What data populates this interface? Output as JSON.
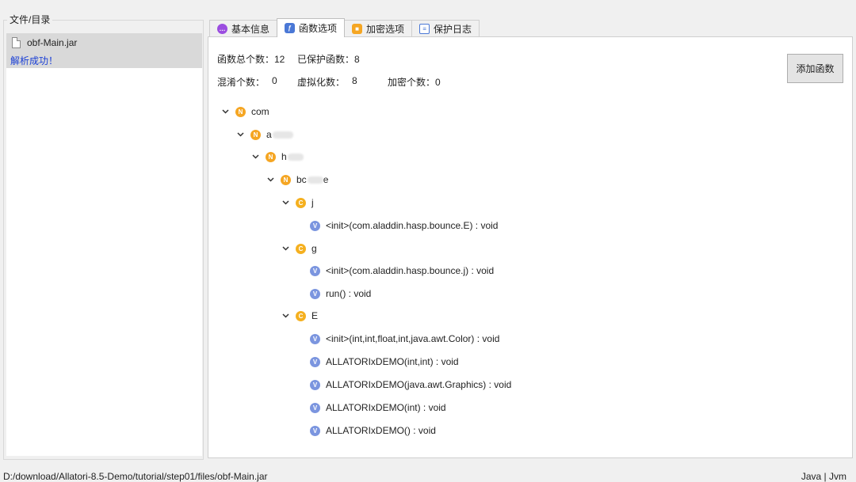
{
  "left_panel": {
    "title": "文件/目录",
    "file": {
      "name": "obf-Main.jar",
      "status": "解析成功！"
    }
  },
  "tabs": [
    {
      "label": "基本信息",
      "icon": "chat-bubble-icon",
      "active": false
    },
    {
      "label": "函数选项",
      "icon": "function-icon",
      "active": true
    },
    {
      "label": "加密选项",
      "icon": "lock-icon",
      "active": false
    },
    {
      "label": "保护日志",
      "icon": "log-icon",
      "active": false
    }
  ],
  "stats": {
    "total_label": "函数总个数：12",
    "protected_label": "已保护函数：8",
    "obfuscated_label": "混淆个数：",
    "obfuscated_value": "0",
    "virtualized_label": "虚拟化数：",
    "virtualized_value": "8",
    "encrypted_label": "加密个数：0"
  },
  "add_button": "添加函数",
  "tree": {
    "n1": {
      "badge": "N",
      "label": "com"
    },
    "n2": {
      "badge": "N",
      "label": "a"
    },
    "n3": {
      "badge": "N",
      "label": "h"
    },
    "n4": {
      "badge": "N",
      "label": "bc",
      "suffix": "e"
    },
    "c1": {
      "badge": "C",
      "label": "j"
    },
    "m1": {
      "badge": "V",
      "label": "<init>(com.aladdin.hasp.bounce.E) : void"
    },
    "c2": {
      "badge": "C",
      "label": "g"
    },
    "m2": {
      "badge": "V",
      "label": "<init>(com.aladdin.hasp.bounce.j) : void"
    },
    "m3": {
      "badge": "V",
      "label": "run() : void"
    },
    "c3": {
      "badge": "C",
      "label": "E"
    },
    "m4": {
      "badge": "V",
      "label": "<init>(int,int,float,int,java.awt.Color) : void"
    },
    "m5": {
      "badge": "V",
      "label": "ALLATORIxDEMO(int,int) : void"
    },
    "m6": {
      "badge": "V",
      "label": "ALLATORIxDEMO(java.awt.Graphics) : void"
    },
    "m7": {
      "badge": "V",
      "label": "ALLATORIxDEMO(int) : void"
    },
    "m8": {
      "badge": "V",
      "label": "ALLATORIxDEMO() : void"
    }
  },
  "statusbar": {
    "path": "D:/download/Allatori-8.5-Demo/tutorial/step01/files/obf-Main.jar",
    "runtime": "Java | Jvm"
  }
}
